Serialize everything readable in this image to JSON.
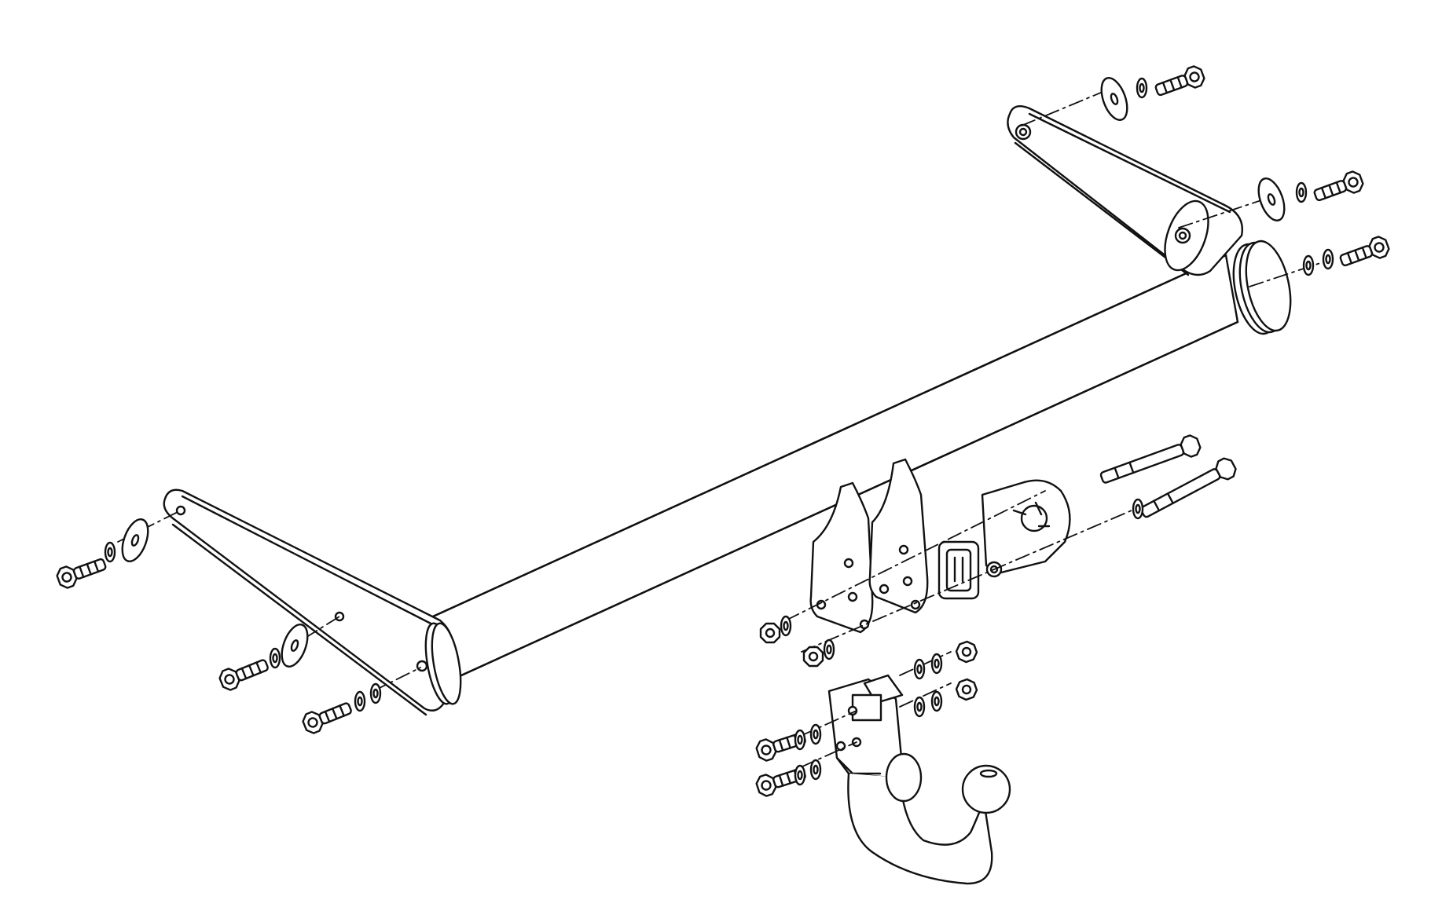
{
  "diagram": {
    "kind": "exploded-assembly-line-drawing",
    "labels": [],
    "colors": {
      "background": "#ffffff",
      "line": "#111111",
      "fill": "#ffffff"
    },
    "parts": [
      "crossbar-tube",
      "left-side-arm",
      "right-side-arm",
      "center-mount-brackets",
      "socket-bracket-plate",
      "tow-ball-neck",
      "tow-ball-head",
      "bolts",
      "flat-washers",
      "spring-washers",
      "nuts"
    ]
  }
}
